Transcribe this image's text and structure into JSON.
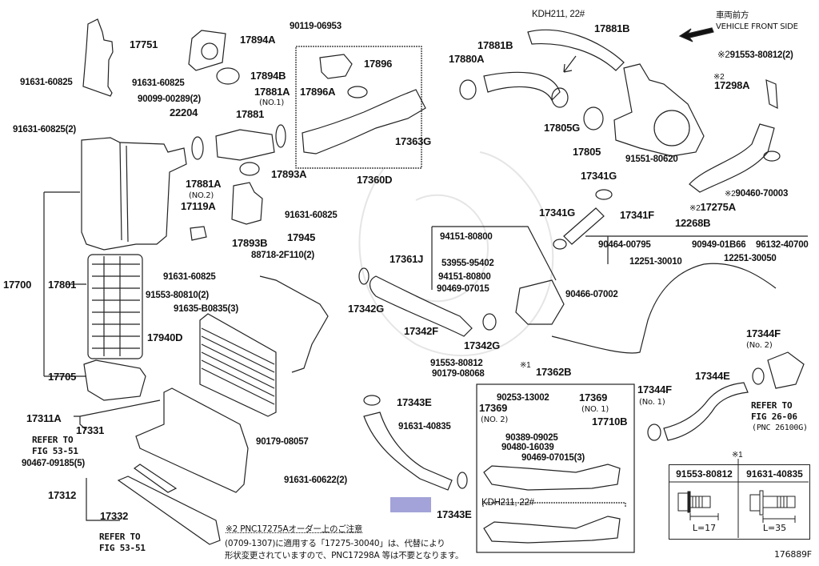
{
  "diagram": {
    "figure_id": "176889F",
    "direction_indicator": {
      "japanese": "車両前方",
      "english": "VEHICLE FRONT SIDE"
    },
    "model_group_labels": [
      "KDH211, 22#",
      "KDH211, 22#"
    ],
    "parts": {
      "p17751": "17751",
      "p91631_60825_a": "91631-60825",
      "p91631_60825_b": "91631-60825",
      "p90099_00289": "90099-00289(2)",
      "p22204": "22204",
      "p91631_60825_2": "91631-60825(2)",
      "p17894A": "17894A",
      "p17894B": "17894B",
      "p17881A_1": "17881A",
      "p17881A_1_sub": "(NO.1)",
      "p17881": "17881",
      "p17881A_2": "17881A",
      "p17881A_2_sub": "(NO.2)",
      "p17893A": "17893A",
      "p17119A": "17119A",
      "p17893B": "17893B",
      "p91631_60825_c": "91631-60825",
      "p91631_60825_d": "91631-60825",
      "p90119_06953": "90119-06953",
      "p17896": "17896",
      "p17896A": "17896A",
      "p17363G": "17363G",
      "p17360D": "17360D",
      "p17880A": "17880A",
      "p17881B_a": "17881B",
      "p17881B_b": "17881B",
      "p17805G": "17805G",
      "p17805": "17805",
      "p91553_80812_2": "91553-80812(2)",
      "p17298A": "17298A",
      "p91551_80620": "91551-80620",
      "p90460_70003": "90460-70003",
      "p17275A": "17275A",
      "p17341G_a": "17341G",
      "p17341G_b": "17341G",
      "p17341F": "17341F",
      "p12268B": "12268B",
      "p90464_00795": "90464-00795",
      "p12251_30010": "12251-30010",
      "p90949_01B66": "90949-01B66",
      "p96132_40700": "96132-40700",
      "p12251_30050": "12251-30050",
      "p90466_07002": "90466-07002",
      "p17700": "17700",
      "p17801": "17801",
      "p17705": "17705",
      "p17945": "17945",
      "p88718_2F110": "88718-2F110(2)",
      "p91553_80810": "91553-80810(2)",
      "p91635_B0835": "91635-B0835(3)",
      "p17940D": "17940D",
      "p17342G_a": "17342G",
      "p17342F": "17342F",
      "p17342G_b": "17342G",
      "p17361J": "17361J",
      "p94151_80800_a": "94151-80800",
      "p53955_95402": "53955-95402",
      "p94151_80800_b": "94151-80800",
      "p90469_07015": "90469-07015",
      "p91553_80812": "91553-80812",
      "p90179_08068": "90179-08068",
      "p17362B": "17362B",
      "p90253_13002": "90253-13002",
      "p17369_1": "17369",
      "p17369_1_sub": "(NO. 1)",
      "p17369_2": "17369",
      "p17369_2_sub": "(NO. 2)",
      "p17710B": "17710B",
      "p90389_09025": "90389-09025",
      "p90480_16039": "90480-16039",
      "p90469_07015_3": "90469-07015(3)",
      "p17344F_2": "17344F",
      "p17344F_2_sub": "(No. 2)",
      "p17344E": "17344E",
      "p17344F_1": "17344F",
      "p17344F_1_sub": "(No. 1)",
      "p17343E_a": "17343E",
      "p17343E_b": "17343E",
      "p91631_40835": "91631-40835",
      "p90179_08057": "90179-08057",
      "p91631_60622": "91631-60622(2)",
      "p17311A": "17311A",
      "p17331": "17331",
      "p90467_09185": "90467-09185(5)",
      "p17312": "17312",
      "p17332": "17332"
    },
    "references": {
      "ref_53_51_a": [
        "REFER TO",
        "FIG 53-51"
      ],
      "ref_53_51_b": [
        "REFER TO",
        "FIG 53-51"
      ],
      "ref_26_06": [
        "REFER TO",
        "FIG 26-06",
        "(PNC 26100G)"
      ]
    },
    "markers": {
      "note1": "※1",
      "note2": "※2"
    },
    "bolt_table": {
      "marker": "※1",
      "columns": [
        {
          "part": "91553-80812",
          "length": "L=17"
        },
        {
          "part": "91631-40835",
          "length": "L=35"
        }
      ]
    },
    "notice": {
      "title": "※2 PNC17275Aオーダー上のご注意",
      "line1": "(0709-1307)に適用する「17275-30040」は、代替により",
      "line2": "形状変更されていますので、PNC17298A 等は不要となります。"
    }
  }
}
